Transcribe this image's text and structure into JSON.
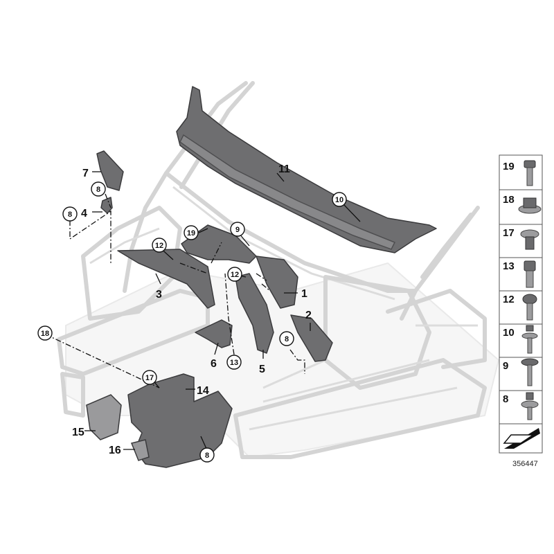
{
  "callouts": {
    "c1": "1",
    "c2": "2",
    "c3": "3",
    "c4": "4",
    "c5": "5",
    "c6": "6",
    "c7": "7",
    "c8a": "8",
    "c8b": "8",
    "c8c": "8",
    "c8d": "8",
    "c9": "9",
    "c10": "10",
    "c11": "11",
    "c12a": "12",
    "c12b": "12",
    "c13": "13",
    "c14": "14",
    "c15": "15",
    "c16": "16",
    "c17": "17",
    "c18": "18",
    "c19": "19"
  },
  "legend": [
    "19",
    "18",
    "17",
    "13",
    "12",
    "10",
    "9",
    "8"
  ],
  "reference_number": "356447",
  "colors": {
    "part": "#6e6e70",
    "body": "#d4d4d4",
    "leader": "#111111"
  }
}
